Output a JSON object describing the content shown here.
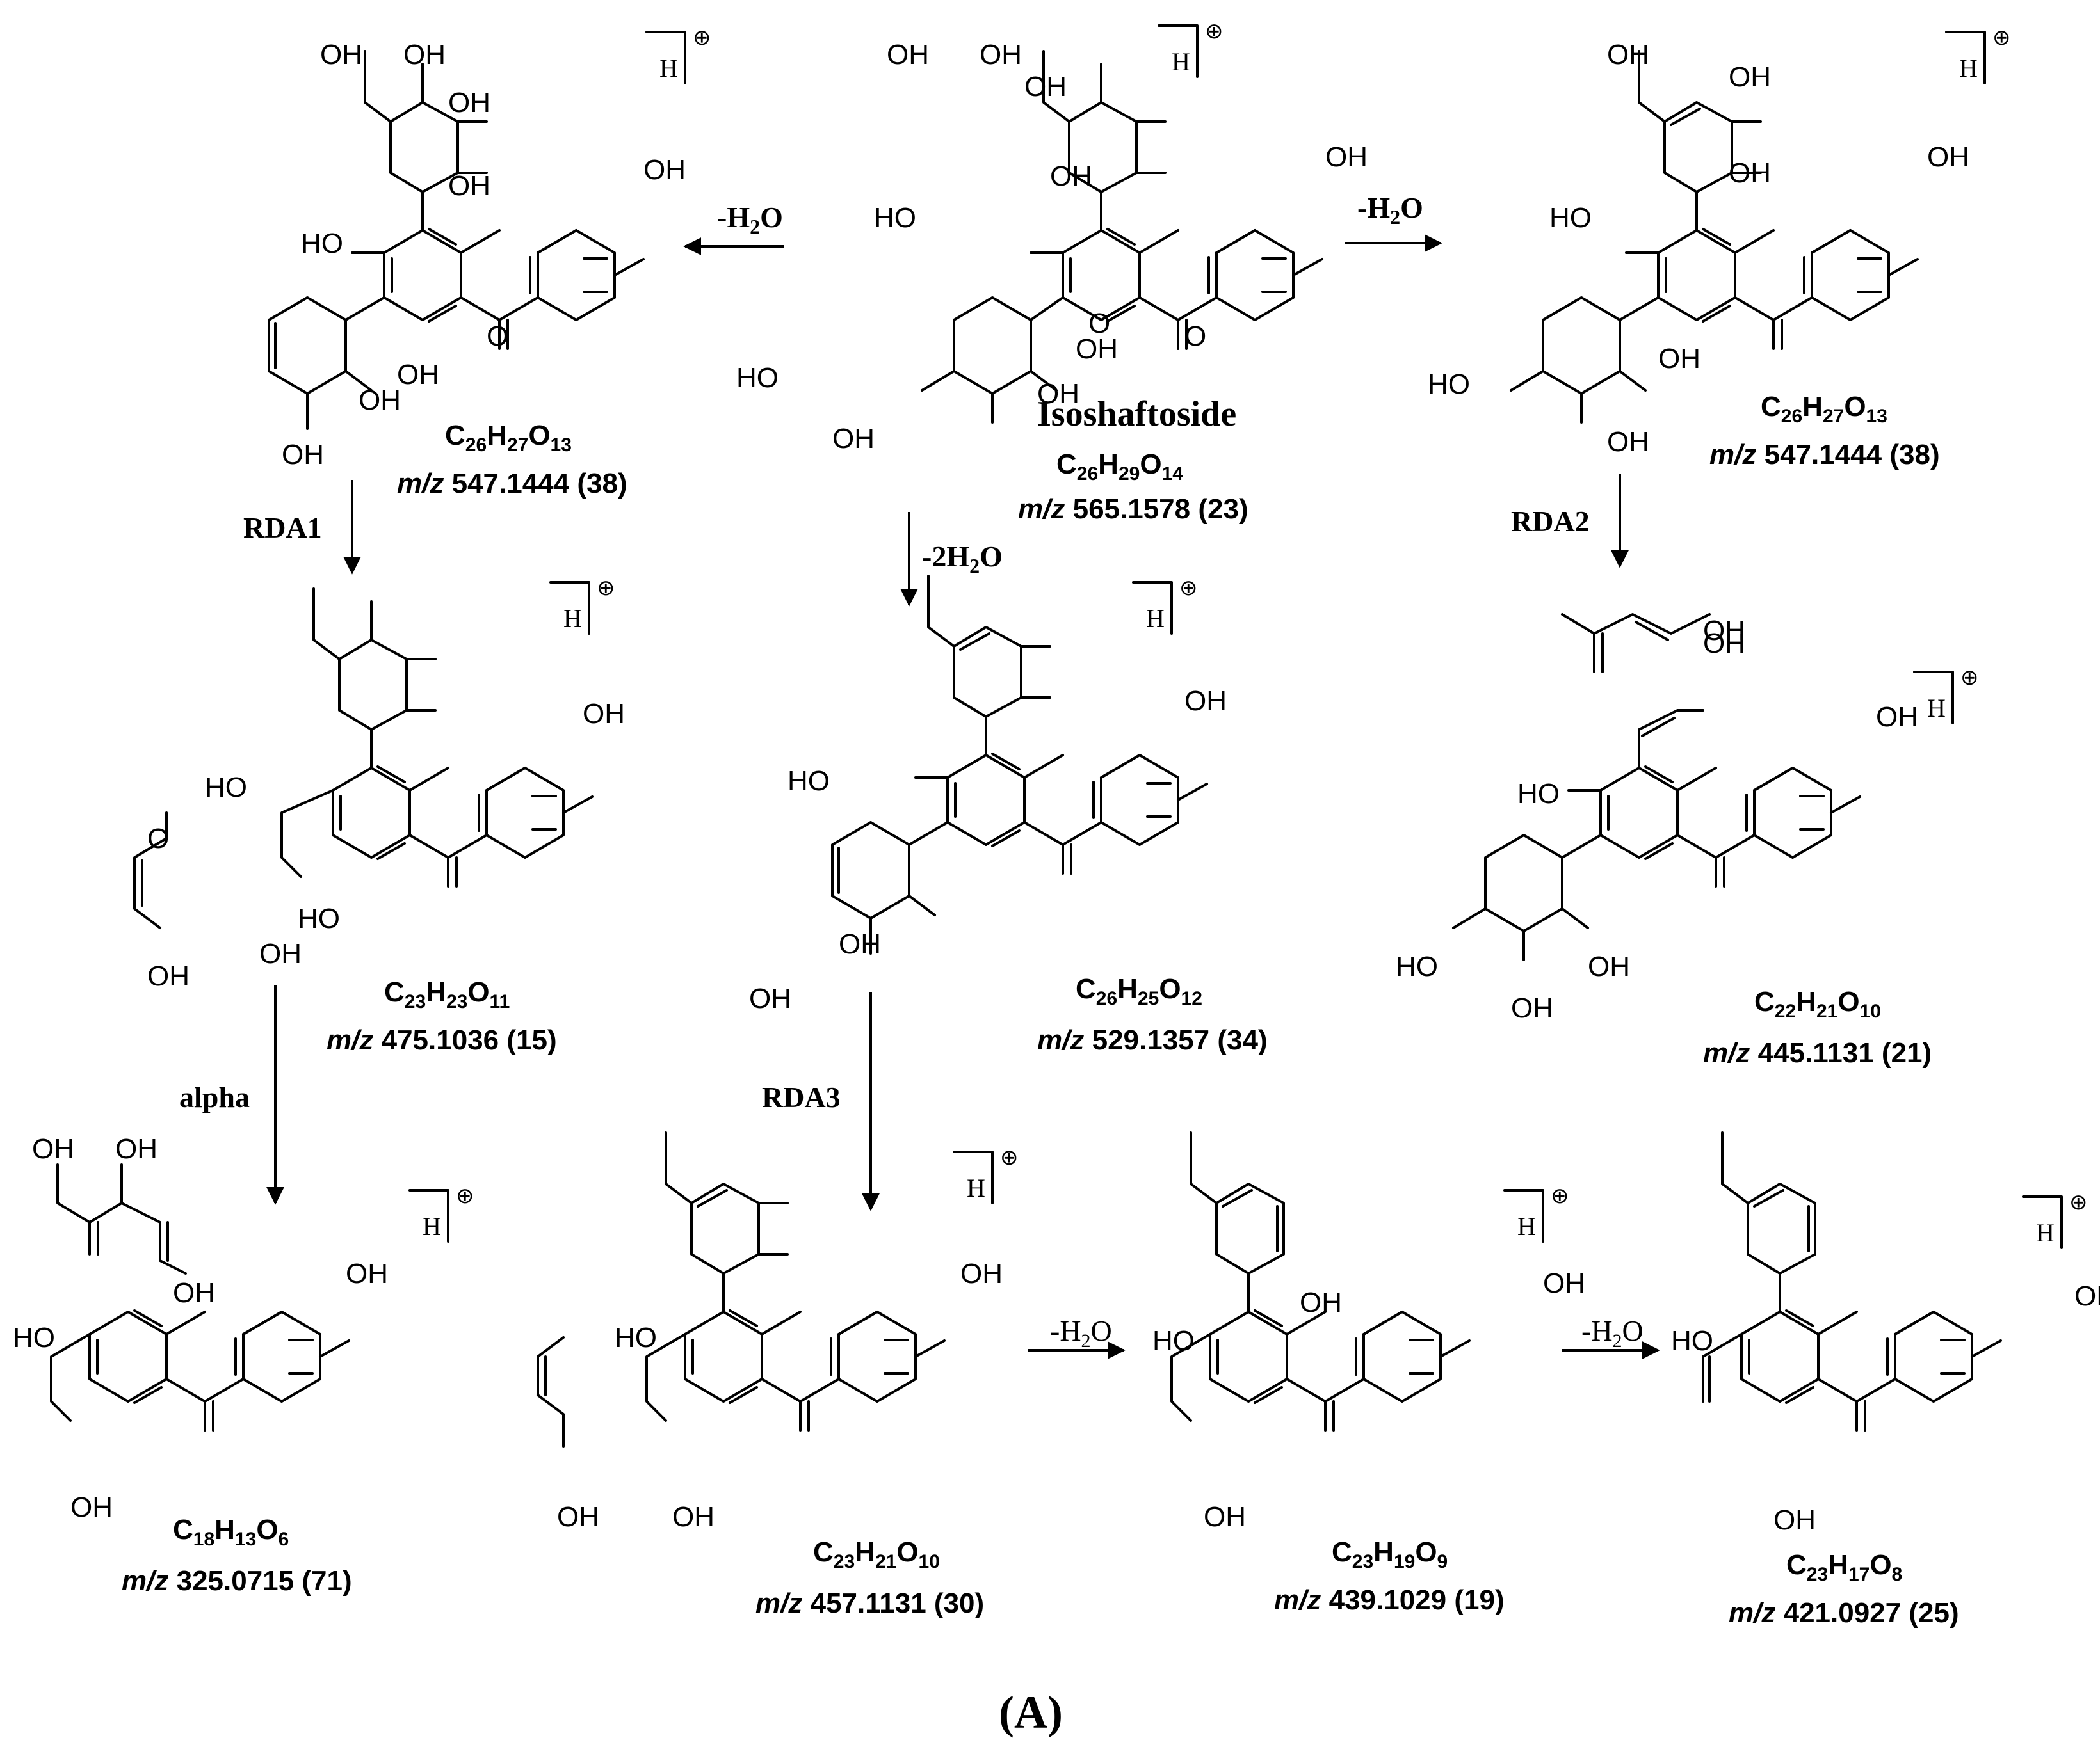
{
  "panel_label": "(A)",
  "atom_labels": {
    "oh": "OH",
    "ho": "HO",
    "o": "O",
    "h": "H",
    "plus": "⊕"
  },
  "compounds": [
    {
      "id": "parent",
      "name": "Isoshaftoside",
      "formula": {
        "c": "26",
        "h": "29",
        "o": "14"
      },
      "mz_prefix": "m/z",
      "mz": "565.1578",
      "intensity": "(23)"
    },
    {
      "id": "left-dehydrated",
      "formula": {
        "c": "26",
        "h": "27",
        "o": "13"
      },
      "mz_prefix": "m/z",
      "mz": "547.1444",
      "intensity": "(38)"
    },
    {
      "id": "right-dehydrated",
      "formula": {
        "c": "26",
        "h": "27",
        "o": "13"
      },
      "mz_prefix": "m/z",
      "mz": "547.1444",
      "intensity": "(38)"
    },
    {
      "id": "rda1-product",
      "formula": {
        "c": "23",
        "h": "23",
        "o": "11"
      },
      "mz_prefix": "m/z",
      "mz": "475.1036",
      "intensity": "(15)"
    },
    {
      "id": "double-dehydrated",
      "formula": {
        "c": "26",
        "h": "25",
        "o": "12"
      },
      "mz_prefix": "m/z",
      "mz": "529.1357",
      "intensity": "(34)"
    },
    {
      "id": "rda2-product",
      "formula": {
        "c": "22",
        "h": "21",
        "o": "10"
      },
      "mz_prefix": "m/z",
      "mz": "445.1131",
      "intensity": "(21)"
    },
    {
      "id": "alpha-product",
      "formula": {
        "c": "18",
        "h": "13",
        "o": "6"
      },
      "mz_prefix": "m/z",
      "mz": "325.0715",
      "intensity": "(71)"
    },
    {
      "id": "rda3-product",
      "formula": {
        "c": "23",
        "h": "21",
        "o": "10"
      },
      "mz_prefix": "m/z",
      "mz": "457.1131",
      "intensity": "(30)"
    },
    {
      "id": "rda3-dehydrated",
      "formula": {
        "c": "23",
        "h": "19",
        "o": "9"
      },
      "mz_prefix": "m/z",
      "mz": "439.1029",
      "intensity": "(19)"
    },
    {
      "id": "rda3-double-dehydrated",
      "formula": {
        "c": "23",
        "h": "17",
        "o": "8"
      },
      "mz_prefix": "m/z",
      "mz": "421.0927",
      "intensity": "(25)"
    }
  ],
  "steps": {
    "loss_h2o": "-H",
    "loss_2h2o": "-2H",
    "water_o": "O",
    "water_2": "2",
    "rda1": "RDA1",
    "rda2": "RDA2",
    "rda3": "RDA3",
    "alpha": "alpha"
  }
}
